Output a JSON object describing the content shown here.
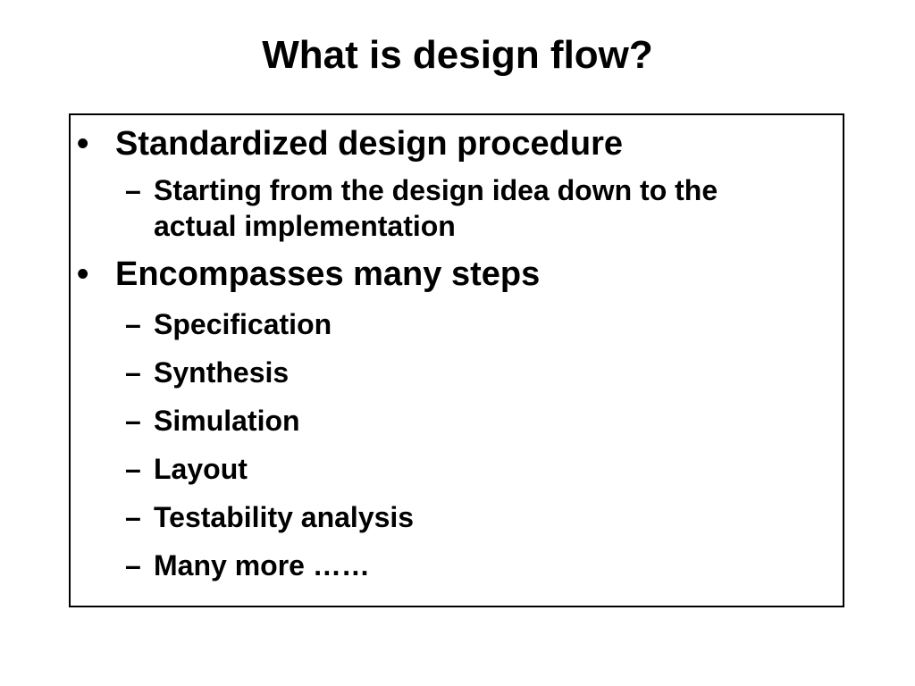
{
  "slide": {
    "title": "What is design flow?",
    "bullets": [
      {
        "marker": "•",
        "text": "Standardized design procedure",
        "sub": [
          {
            "marker": "–",
            "text": "Starting from the design idea down to the actual implementation"
          }
        ]
      },
      {
        "marker": "•",
        "text": "Encompasses many steps",
        "sub": [
          {
            "marker": "–",
            "text": "Specification"
          },
          {
            "marker": "–",
            "text": "Synthesis"
          },
          {
            "marker": "–",
            "text": "Simulation"
          },
          {
            "marker": "–",
            "text": "Layout"
          },
          {
            "marker": "–",
            "text": "Testability analysis"
          },
          {
            "marker": "–",
            "text": "Many more ……"
          }
        ]
      }
    ]
  }
}
